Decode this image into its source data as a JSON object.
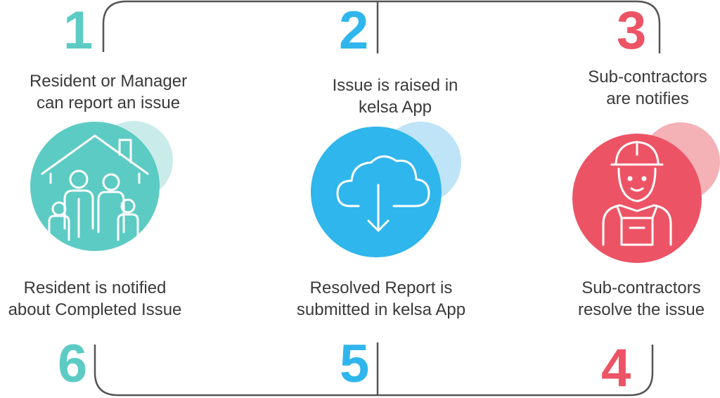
{
  "colors": {
    "teal": "#5ccbc4",
    "blue": "#2fb6ec",
    "red": "#ec5465",
    "line": "#555555"
  },
  "steps": [
    {
      "number": "1",
      "text_lines": [
        "Resident or Manager",
        "can report an issue"
      ],
      "icon": "house-family-icon",
      "color": "#5ccbc4"
    },
    {
      "number": "2",
      "text_lines": [
        "Issue is raised in",
        "kelsa App"
      ],
      "icon": "cloud-download-icon",
      "color": "#2fb6ec"
    },
    {
      "number": "3",
      "text_lines": [
        "Sub-contractors",
        "are notifies"
      ],
      "icon": "worker-icon",
      "color": "#ec5465"
    },
    {
      "number": "4",
      "text_lines": [
        "Sub-contractors",
        "resolve the issue"
      ],
      "color": "#ec5465"
    },
    {
      "number": "5",
      "text_lines": [
        "Resolved Report is",
        "submitted in kelsa App"
      ],
      "color": "#2fb6ec"
    },
    {
      "number": "6",
      "text_lines": [
        "Resident is notified",
        "about Completed Issue"
      ],
      "color": "#5ccbc4"
    }
  ]
}
